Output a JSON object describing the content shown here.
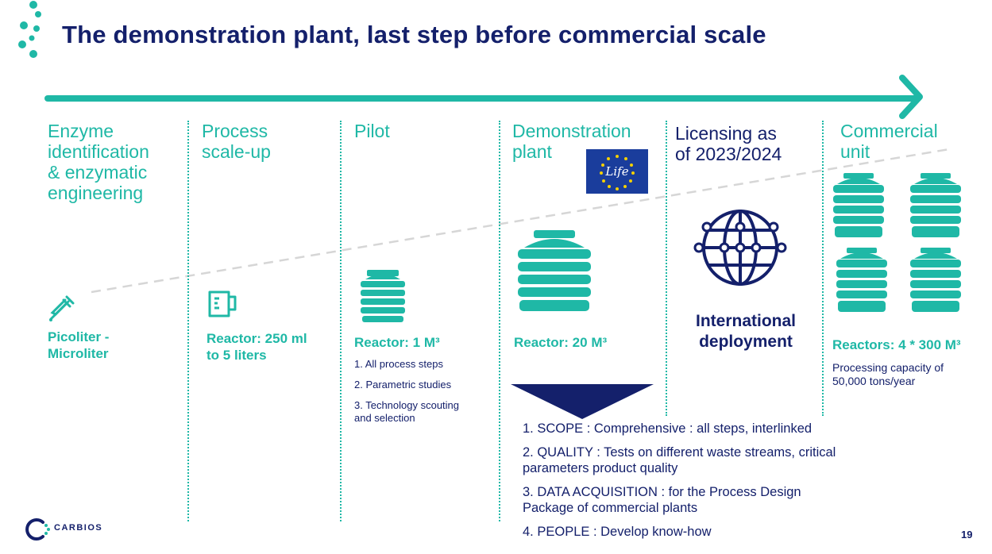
{
  "title": "The demonstration plant, last step before commercial scale",
  "brand": {
    "name": "CARBIOS",
    "accent": "#1fb8a6",
    "navy": "#14206b"
  },
  "page_number": "19",
  "stages": [
    {
      "label_lines": [
        "Enzyme",
        "identification",
        "& enzymatic",
        "engineering"
      ],
      "icon": "dropper-icon",
      "sub": [
        "Picoliter -",
        "Microliter"
      ]
    },
    {
      "label_lines": [
        "Process",
        "scale-up"
      ],
      "icon": "beaker-icon",
      "sub": [
        "Reactor: 250 ml",
        "to 5 liters"
      ]
    },
    {
      "label_lines": [
        "Pilot"
      ],
      "icon": "tank-small-icon",
      "sub": [
        "Reactor: 1 M³"
      ],
      "notes": [
        "1. All process steps",
        "2. Parametric studies",
        "3. Technology scouting",
        "and selection"
      ]
    },
    {
      "label_lines": [
        "Demonstration",
        "plant"
      ],
      "icon": "tank-large-icon",
      "badge": "Life",
      "sub": [
        "Reactor: 20 M³"
      ]
    },
    {
      "label_lines": [
        "Licensing as",
        "of 2023/2024"
      ],
      "icon": "globe-network-icon",
      "sub": [
        "International",
        "deployment"
      ]
    },
    {
      "label_lines": [
        "Commercial",
        "unit"
      ],
      "icon": "tanks-grid-icon",
      "sub": [
        "Reactors: 4 * 300 M³"
      ],
      "notes": [
        "Processing capacity of",
        "50,000 tons/year"
      ]
    }
  ],
  "scope_list": [
    [
      "1. SCOPE : Comprehensive : all steps, interlinked"
    ],
    [
      "2.  QUALITY : Tests on different waste streams, critical",
      "parameters product quality"
    ],
    [
      "3. DATA ACQUISITION : for the Process Design",
      "Package  of  commercial plants"
    ],
    [
      "4. PEOPLE : Develop know-how"
    ]
  ]
}
